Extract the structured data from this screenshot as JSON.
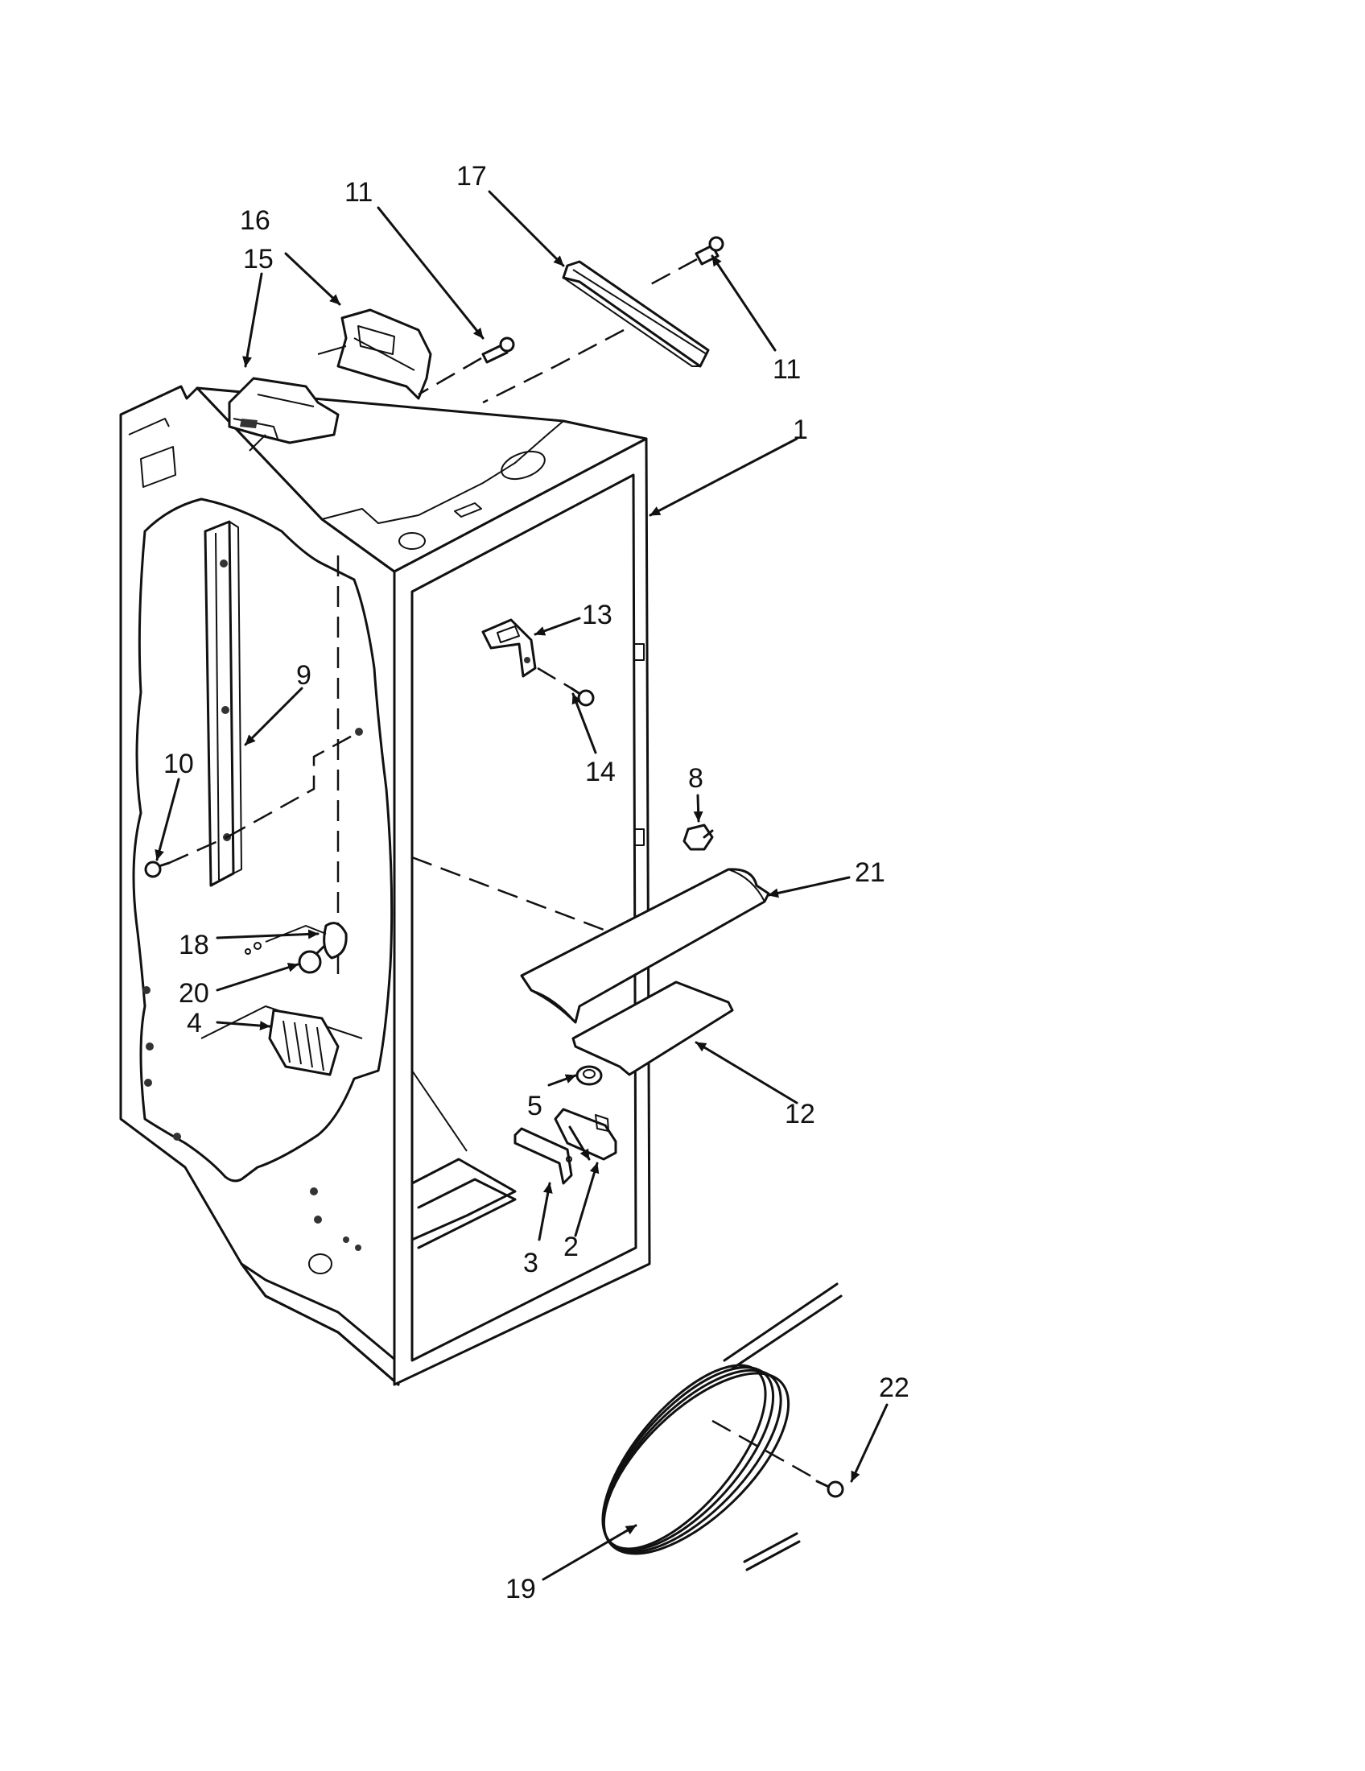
{
  "diagram": {
    "type": "exploded-parts-diagram",
    "labels": [
      {
        "id": "1",
        "text": "1"
      },
      {
        "id": "2",
        "text": "2"
      },
      {
        "id": "3",
        "text": "3"
      },
      {
        "id": "4",
        "text": "4"
      },
      {
        "id": "5",
        "text": "5"
      },
      {
        "id": "8",
        "text": "8"
      },
      {
        "id": "9",
        "text": "9"
      },
      {
        "id": "10",
        "text": "10"
      },
      {
        "id": "11a",
        "text": "11"
      },
      {
        "id": "11b",
        "text": "11"
      },
      {
        "id": "12",
        "text": "12"
      },
      {
        "id": "13",
        "text": "13"
      },
      {
        "id": "14",
        "text": "14"
      },
      {
        "id": "15",
        "text": "15"
      },
      {
        "id": "16",
        "text": "16"
      },
      {
        "id": "17",
        "text": "17"
      },
      {
        "id": "18",
        "text": "18"
      },
      {
        "id": "19",
        "text": "19"
      },
      {
        "id": "20",
        "text": "20"
      },
      {
        "id": "21",
        "text": "21"
      },
      {
        "id": "22",
        "text": "22"
      }
    ]
  }
}
